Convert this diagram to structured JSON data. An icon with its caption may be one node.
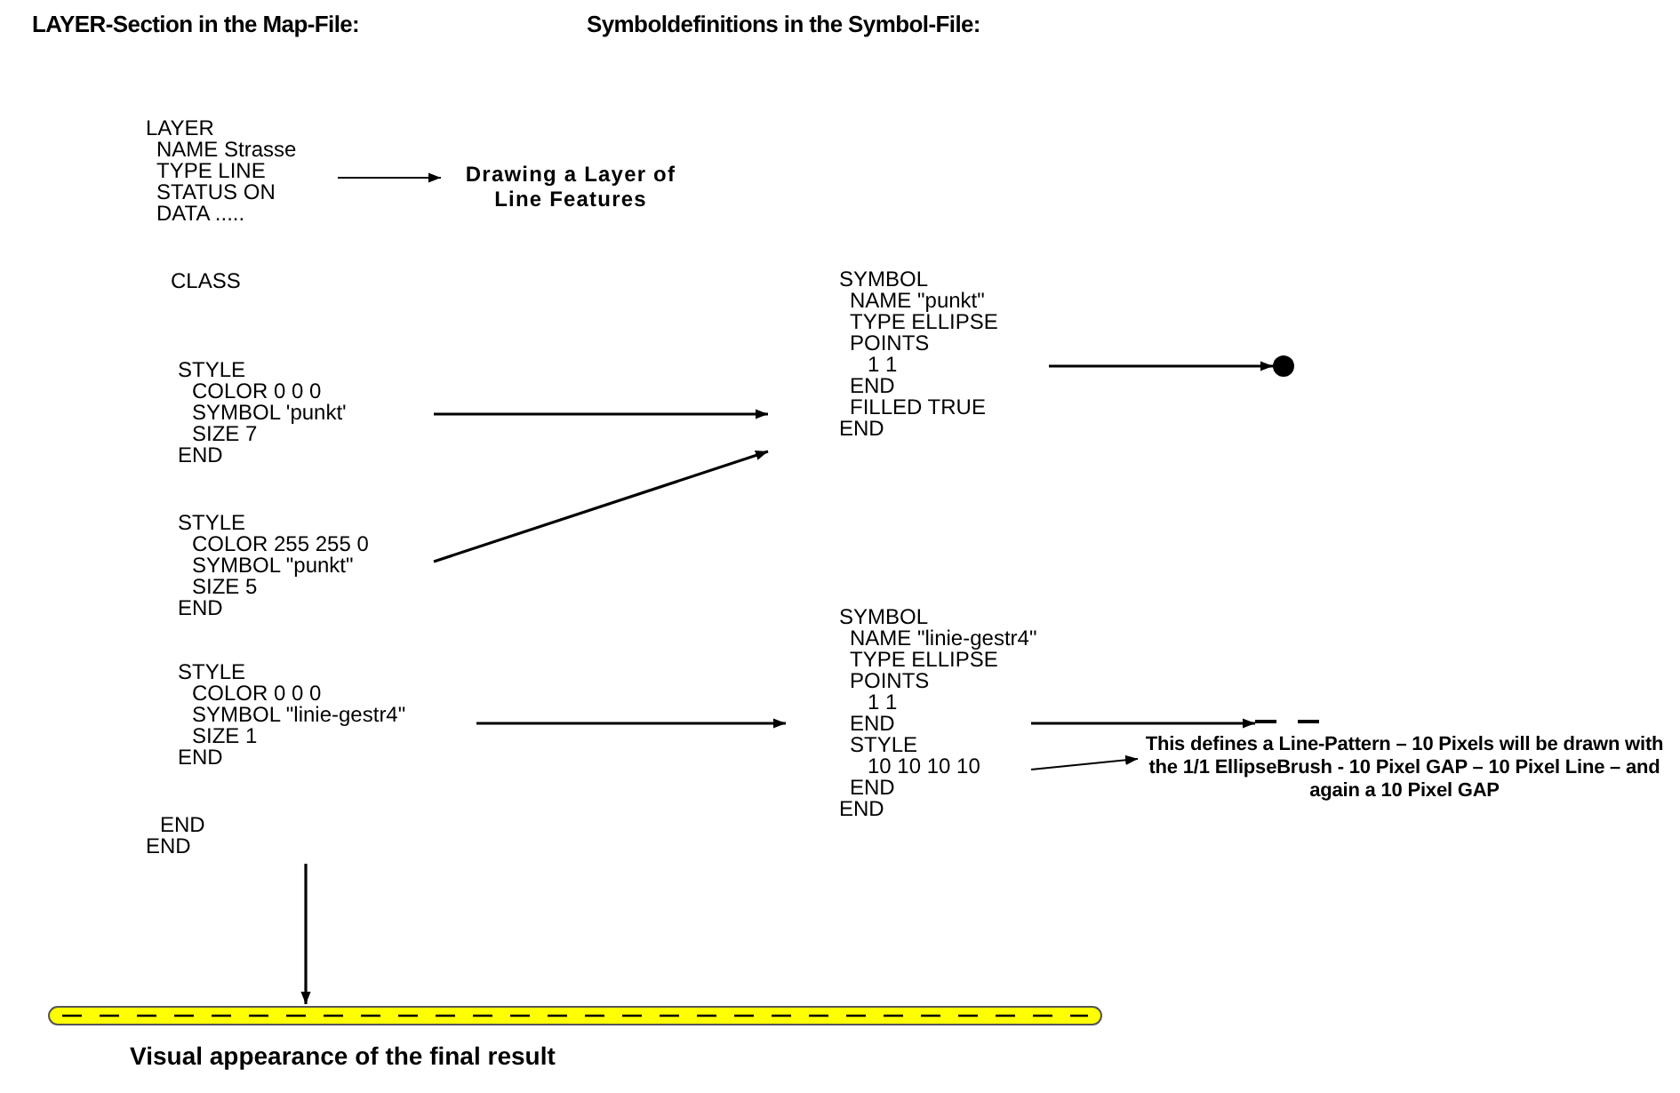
{
  "diagram": {
    "nodes": [
      {
        "text": [
          "LAYER",
          "NAME Strasse",
          "TYPE LINE",
          "STATUS ON",
          "DATA ....."
        ]
      },
      {
        "text": [
          "Drawing a Layer of Line Features"
        ]
      },
      {
        "text": [
          "STYLE",
          "COLOR 0 0 0",
          "SYMBOL 'punkt'",
          "SIZE 7",
          "END"
        ]
      },
      {
        "text": [
          "STYLE",
          "COLOR 255 255 0",
          "SYMBOL \"punkt\"",
          "SIZE 5",
          "END"
        ]
      },
      {
        "text": [
          "STYLE",
          "COLOR 0 0 0",
          "SYMBOL \"linie-gestr4\"",
          "SIZE 1",
          "END"
        ]
      },
      {
        "text": [
          "SYMBOL",
          "NAME \"punkt\"",
          "TYPE ELLIPSE",
          "POINTS",
          "1 1",
          "END",
          "FILLED TRUE",
          "END"
        ]
      },
      {
        "text": [],
        "shape": "circle"
      },
      {
        "text": [
          "SYMBOL",
          "NAME \"linie-gestr4\"",
          "TYPE ELLIPSE",
          "POINTS",
          "1 1",
          "END",
          "STYLE",
          "10 10 10 10",
          "END",
          "END"
        ]
      },
      {
        "text": [],
        "shape": "bar"
      },
      {
        "text": [
          "This defines a Line-Pattern – 10 Pixels will be drawn with the 1/1 EllipseBrush - 10 Pixel GAP – 10 Pixel Line – and again a 10 Pixel GAP"
        ]
      },
      {
        "text": [],
        "shape": "bar",
        "beside": [
          "Visual appearance of the final result"
        ]
      }
    ],
    "edges": [
      {
        "from": 0,
        "to": 1,
        "arrow": "to"
      },
      {
        "from": 2,
        "to": 5,
        "arrow": "to"
      },
      {
        "from": 3,
        "to": 5,
        "arrow": "to"
      },
      {
        "from": 4,
        "to": 7,
        "arrow": "to"
      },
      {
        "from": 5,
        "to": 6,
        "arrow": "to"
      },
      {
        "from": 7,
        "to": 8,
        "arrow": "to"
      },
      {
        "from": 7,
        "to": 9,
        "arrow": "to"
      },
      {
        "from": null,
        "to": 10,
        "arrow": "to"
      }
    ],
    "labels": [
      "LAYER-Section in the Map-File:",
      "Symboldefinitions in the Symbol-File:",
      "CLASS",
      "END",
      "END"
    ]
  }
}
